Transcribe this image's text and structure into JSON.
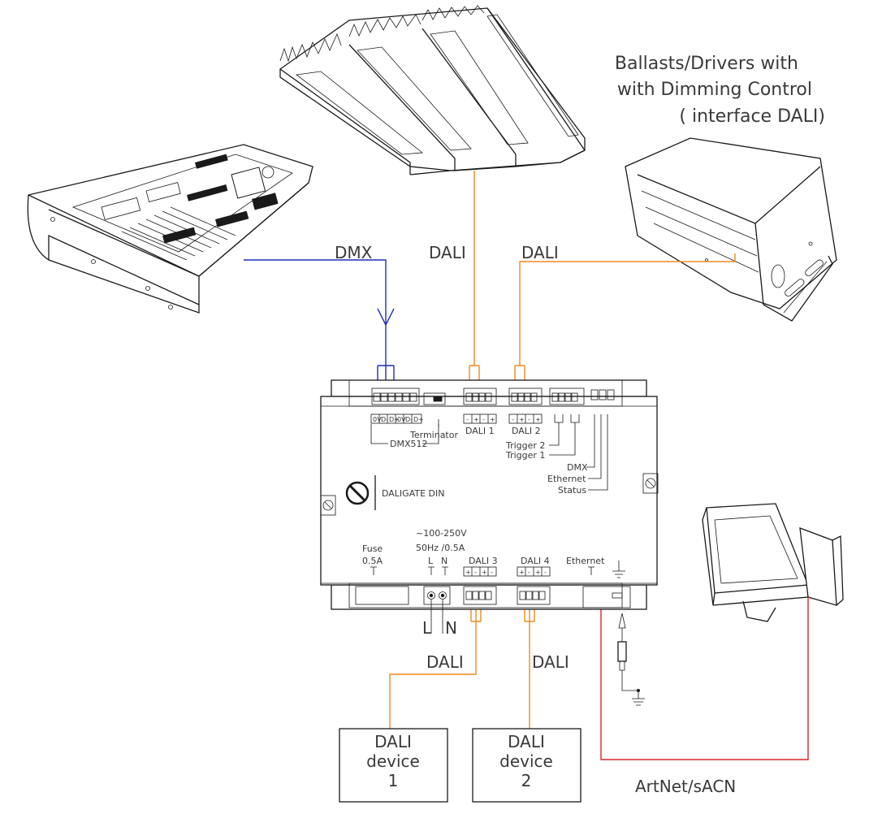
{
  "labels": {
    "ballasts_line1": "Ballasts/Drivers with",
    "ballasts_line2": "with Dimming Control",
    "ballasts_line3": "( interface DALI)",
    "dmx": "DMX",
    "dali_top1": "DALI",
    "dali_top2": "DALI",
    "dali_bottom1": "DALI",
    "dali_bottom2": "DALI",
    "artnet": "ArtNet/sACN",
    "device1_l1": "DALI",
    "device1_l2": "device",
    "device1_l3": "1",
    "device2_l1": "DALI",
    "device2_l2": "device",
    "device2_l3": "2"
  },
  "gateway": {
    "name": "DALIGATE DIN",
    "pins_dmx": [
      "0V",
      "D-",
      "D+",
      "0V",
      "D-",
      "D+"
    ],
    "terminator": "Terminator",
    "dmx512": "DMX512",
    "dali1": "DALI 1",
    "dali2": "DALI 2",
    "dali3": "DALI 3",
    "dali4": "DALI 4",
    "pins_top": [
      "-",
      "+",
      "-",
      "+"
    ],
    "pins_bottom": [
      "+",
      "-",
      "+",
      "-"
    ],
    "trigger2": "Trigger 2",
    "trigger1": "Trigger 1",
    "led_dmx": "DMX",
    "led_ethernet": "Ethernet",
    "led_status": "Status",
    "voltage": "~100-250V",
    "freq": "50Hz /0.5A",
    "fuse": "Fuse",
    "fuse_val": "0.5A",
    "l_inner": "L",
    "n_inner": "N",
    "ethernet": "Ethernet",
    "l_outer": "L",
    "n_outer": "N"
  },
  "colors": {
    "dmx_line": "#1f2fb5",
    "dali_line": "#f08a1c",
    "artnet_line": "#d9252a"
  }
}
